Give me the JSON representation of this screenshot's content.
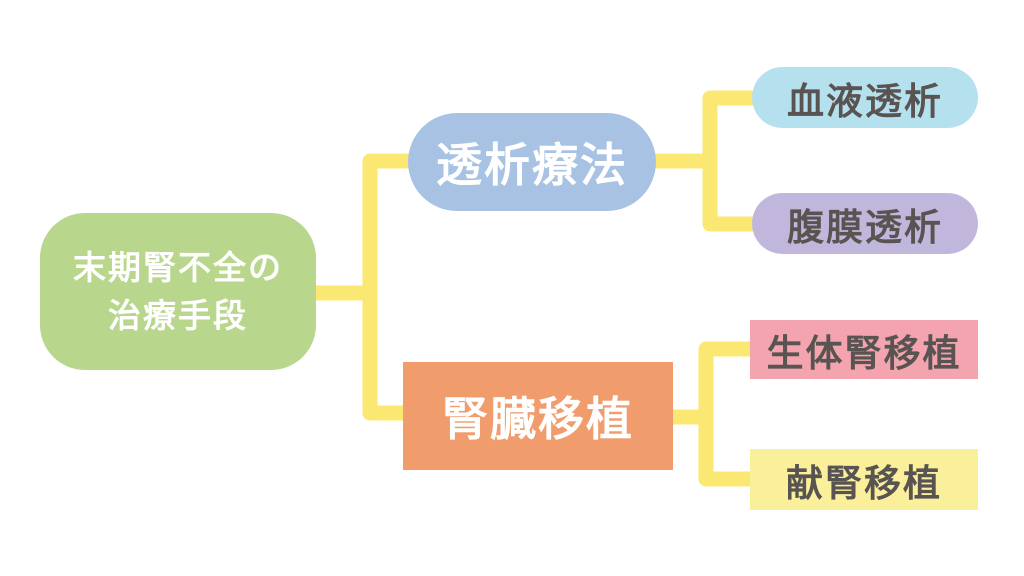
{
  "diagram": {
    "title": "末期腎不全の治療手段",
    "connector_color": "#FAE873",
    "palette": {
      "root_green": "#B8D68C",
      "branch_blue": "#A8C2E3",
      "branch_orange": "#F09C6D",
      "leaf_lightblue": "#B5E1EF",
      "leaf_purple": "#C1B7DD",
      "leaf_pink": "#F3A4AF",
      "leaf_lightyellow": "#FAF09C",
      "text_white": "#FFFFFF",
      "text_dark": "#595452"
    },
    "root": {
      "label": "末期腎不全の治療手段",
      "label_line1": "末期腎不全の",
      "label_line2": "治療手段",
      "bg": "#B8D68C",
      "text_color": "#FFFFFF",
      "shape": "rounded"
    },
    "branches": [
      {
        "label": "透析療法",
        "bg": "#A8C2E3",
        "text_color": "#FFFFFF",
        "shape": "pill",
        "children": [
          {
            "label": "血液透析",
            "bg": "#B5E1EF",
            "text_color": "#595452",
            "shape": "pill"
          },
          {
            "label": "腹膜透析",
            "bg": "#C1B7DD",
            "text_color": "#595452",
            "shape": "pill"
          }
        ]
      },
      {
        "label": "腎臓移植",
        "bg": "#F09C6D",
        "text_color": "#FFFFFF",
        "shape": "rect",
        "children": [
          {
            "label": "生体腎移植",
            "bg": "#F3A4AF",
            "text_color": "#595452",
            "shape": "rect"
          },
          {
            "label": "献腎移植",
            "bg": "#FAF09C",
            "text_color": "#595452",
            "shape": "rect"
          }
        ]
      }
    ]
  }
}
